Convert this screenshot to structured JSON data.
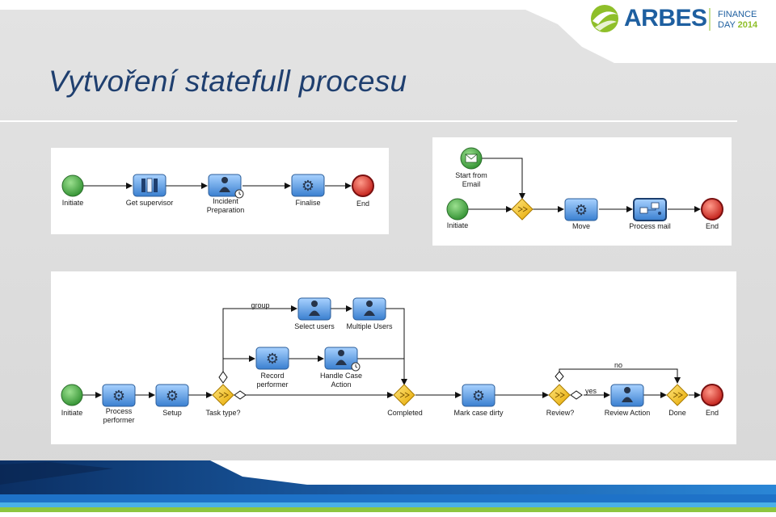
{
  "slide": {
    "title": "Vytvoření statefull procesu"
  },
  "logo": {
    "name": "ARBES",
    "line1": "FINANCE",
    "line2_prefix": "DAY ",
    "line2_year": "2014"
  },
  "colors": {
    "title": "#1f3f6f",
    "brand_blue": "#1e5fa0",
    "brand_green": "#8fbf2a",
    "start_event": "#3fa33f",
    "end_event": "#d8302a",
    "gateway": "#f2c418",
    "task": "#4a8fd8"
  },
  "diagram1": {
    "initiate": "Initiate",
    "get_supervisor": "Get supervisor",
    "incident_preparation": "Incident Preparation",
    "finalise": "Finalise",
    "end": "End"
  },
  "diagram2": {
    "start_from_email": "Start from Email",
    "initiate": "Initiate",
    "move": "Move",
    "process_mail": "Process mail",
    "end": "End"
  },
  "diagram3": {
    "initiate": "Initiate",
    "process_performer": "Process performer",
    "setup": "Setup",
    "task_type": "Task type?",
    "group": "group",
    "select_users": "Select users",
    "multiple_users": "Multiple Users",
    "record_performer": "Record performer",
    "handle_case_action": "Handle Case Action",
    "completed": "Completed",
    "mark_case_dirty": "Mark case dirty",
    "review": "Review?",
    "yes": "yes",
    "no": "no",
    "review_action": "Review Action",
    "done": "Done",
    "end": "End"
  }
}
